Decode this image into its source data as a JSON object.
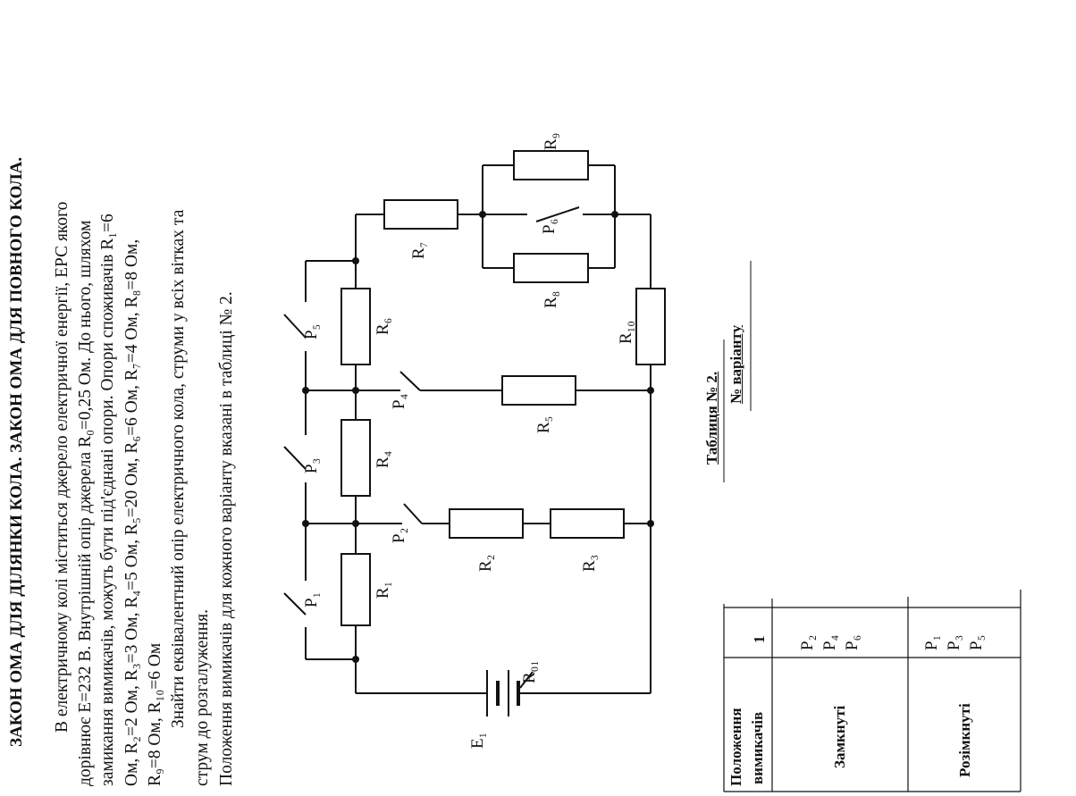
{
  "title": "ЗАКОН ОМА ДЛЯ ДІЛЯНКИ КОЛА. ЗАКОН ОМА ДЛЯ ПОВНОГО КОЛА.",
  "paragraph": {
    "line1": "В електричному колі міститься джерело електричної енергії, ЕРС якого",
    "line2": "дорівнює Е=232 В. Внутрішній опір джерела R₀=0,25 Ом. До нього, шляхом",
    "line3": "замикання вимикачів, можуть бути під'єднані опори. Опори споживачів R₁=6",
    "line4": "Ом, R₂=2 Ом, R₃=3 Ом, R₄=5 Ом, R₅=20 Ом, R₆=6 Ом, R₇=4 Ом, R₈=8 Ом,",
    "line5": "R₉=8 Ом, R₁₀=6 Ом",
    "line6": "Знайти еквівалентний опір електричного кола, струми у всіх вітках та",
    "line7": "струм до розгалуження.",
    "line8": "Положення вимикачів для кожного варіанту вказані в таблиці № 2."
  },
  "circuit": {
    "source": "E₁",
    "internal": "R₀₁",
    "resistors": [
      "R₁",
      "R₂",
      "R₃",
      "R₄",
      "R₅",
      "R₆",
      "R₇",
      "R₈",
      "R₉",
      "R₁₀"
    ],
    "switches": [
      "P₁",
      "P₂",
      "P₃",
      "P₄",
      "P₅",
      "P₆"
    ]
  },
  "table": {
    "caption": "Таблиця № 2.",
    "header": "№ варіанту",
    "col_header_1": "Положення",
    "col_header_2": "вимикачів",
    "variant": "1",
    "rows": [
      {
        "label": "Замкнуті",
        "values": [
          "P₂",
          "P₄",
          "P₆"
        ]
      },
      {
        "label": "Розімкнуті",
        "values": [
          "P₁",
          "P₃",
          "P₅"
        ]
      }
    ]
  }
}
